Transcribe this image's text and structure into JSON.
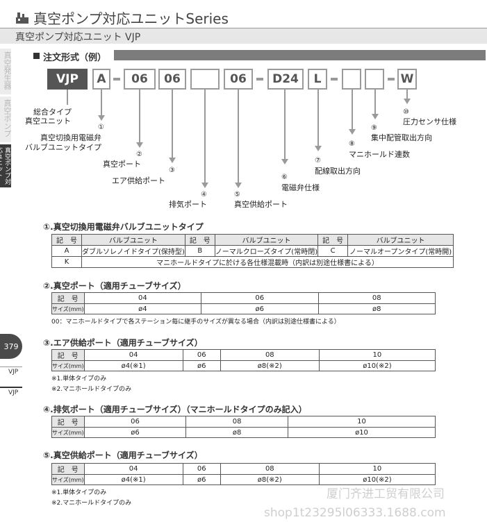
{
  "header": {
    "series_title": "真空ポンプ対応ユニットSeries",
    "sub_title": "真空ポンプ対応ユニット VJP"
  },
  "side_tabs": [
    "真空発生器",
    "真空ポンプ",
    "真空ポンプ対応ユニット"
  ],
  "page": {
    "number": "379",
    "label_top": "VJP",
    "label_bottom": "VJP"
  },
  "order_code": {
    "heading": "注文形式（例）",
    "boxes": [
      "VJP",
      "A",
      "06",
      "06",
      "",
      "06",
      "D24",
      "L",
      "",
      "",
      "W"
    ],
    "labels": {
      "vjp_line1": "総合タイプ",
      "vjp_line2": "真空ユニット",
      "n1": "①",
      "l1_line1": "真空切換用電磁弁",
      "l1_line2": "バルブユニットタイプ",
      "n2": "②",
      "l2": "真空ポート",
      "n3": "③",
      "l3": "エア供給ポート",
      "n4": "④",
      "l4": "排気ポート",
      "n5": "⑤",
      "l5": "真空供給ポート",
      "n6": "⑥",
      "l6": "電磁弁仕様",
      "n7": "⑦",
      "l7": "配線取出方向",
      "n8": "⑧",
      "l8": "マニホールド連数",
      "n9": "⑨",
      "l9": "集中配管取出方向",
      "n10": "⑩",
      "l10": "圧力センサ仕様"
    }
  },
  "table1": {
    "title": "①.真空切換用電磁弁バルブユニットタイプ",
    "header": [
      "記　号",
      "バルブユニット",
      "記　号",
      "バルブユニット",
      "記　号",
      "バルブユニット"
    ],
    "row1": [
      "A",
      "ダブルソレノイドタイプ(保持型)",
      "B",
      "ノーマルクローズタイプ(常時閉)",
      "C",
      "ノーマルオープンタイプ(常時開)"
    ],
    "row2": [
      "K",
      "マニホールドタイプに於ける各仕様混載時（内訳は別途仕様書による）"
    ]
  },
  "table2": {
    "title": "②.真空ポート（適用チューブサイズ）",
    "row_code": [
      "記　号",
      "04",
      "06",
      "08"
    ],
    "row_size": [
      "サイズ(mm)",
      "ø4",
      "ø6",
      "ø8"
    ],
    "note": "00：マニホールドタイプで各ステーション毎に継手のサイズが異なる場合（内訳は別途仕様書による）"
  },
  "table3": {
    "title": "③.エア供給ポート（適用チューブサイズ）",
    "row_code": [
      "記　号",
      "04",
      "06",
      "08",
      "10"
    ],
    "row_size": [
      "サイズ(mm)",
      "ø4(※1)",
      "ø6",
      "ø8(※2)",
      "ø10(※2)"
    ],
    "note1": "※1.単体タイプのみ",
    "note2": "※2.マニホールドタイプのみ"
  },
  "table4": {
    "title": "④.排気ポート（適用チューブサイズ）（マニホールドタイプのみ記入）",
    "row_code": [
      "記　号",
      "06",
      "08",
      "10"
    ],
    "row_size": [
      "サイズ(mm)",
      "ø6",
      "ø8",
      "ø10"
    ]
  },
  "table5": {
    "title": "⑤.真空供給ポート（適用チューブサイズ）",
    "row_code": [
      "記　号",
      "04",
      "06",
      "08",
      "10"
    ],
    "row_size": [
      "サイズ(mm)",
      "ø4(※1)",
      "ø6",
      "ø8(※2)",
      "ø10(※2)"
    ],
    "note1": "※1.単体タイプのみ",
    "note2": "※2.マニホールドタイプのみ"
  },
  "watermark": {
    "line1": "厦门齐进工贸有限公司",
    "line2": "shop1t23295l06333.1688.com"
  }
}
